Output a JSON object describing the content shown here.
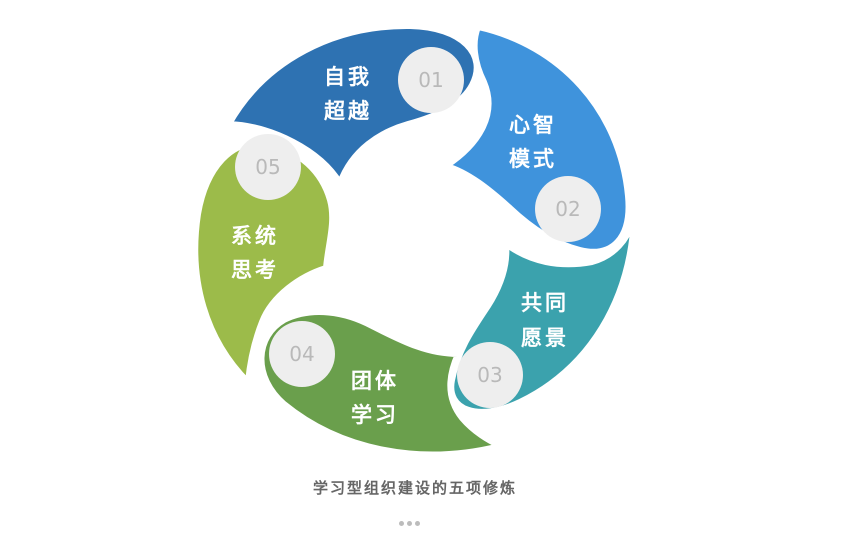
{
  "diagram": {
    "segments": [
      {
        "number": "01",
        "line1": "自我",
        "line2": "超越",
        "color": "#2e72b2"
      },
      {
        "number": "02",
        "line1": "心智",
        "line2": "模式",
        "color": "#3f93dc"
      },
      {
        "number": "03",
        "line1": "共同",
        "line2": "愿景",
        "color": "#3ba2ad"
      },
      {
        "number": "04",
        "line1": "团体",
        "line2": "学习",
        "color": "#6a9f4c"
      },
      {
        "number": "05",
        "line1": "系统",
        "line2": "思考",
        "color": "#9cbb4a"
      }
    ],
    "number_circle_color": "#eeeeee",
    "number_text_color": "#b9b9b9",
    "label_color": "#ffffff"
  },
  "caption": "学习型组织建设的五项修炼",
  "more_icon": "more-dots-icon"
}
